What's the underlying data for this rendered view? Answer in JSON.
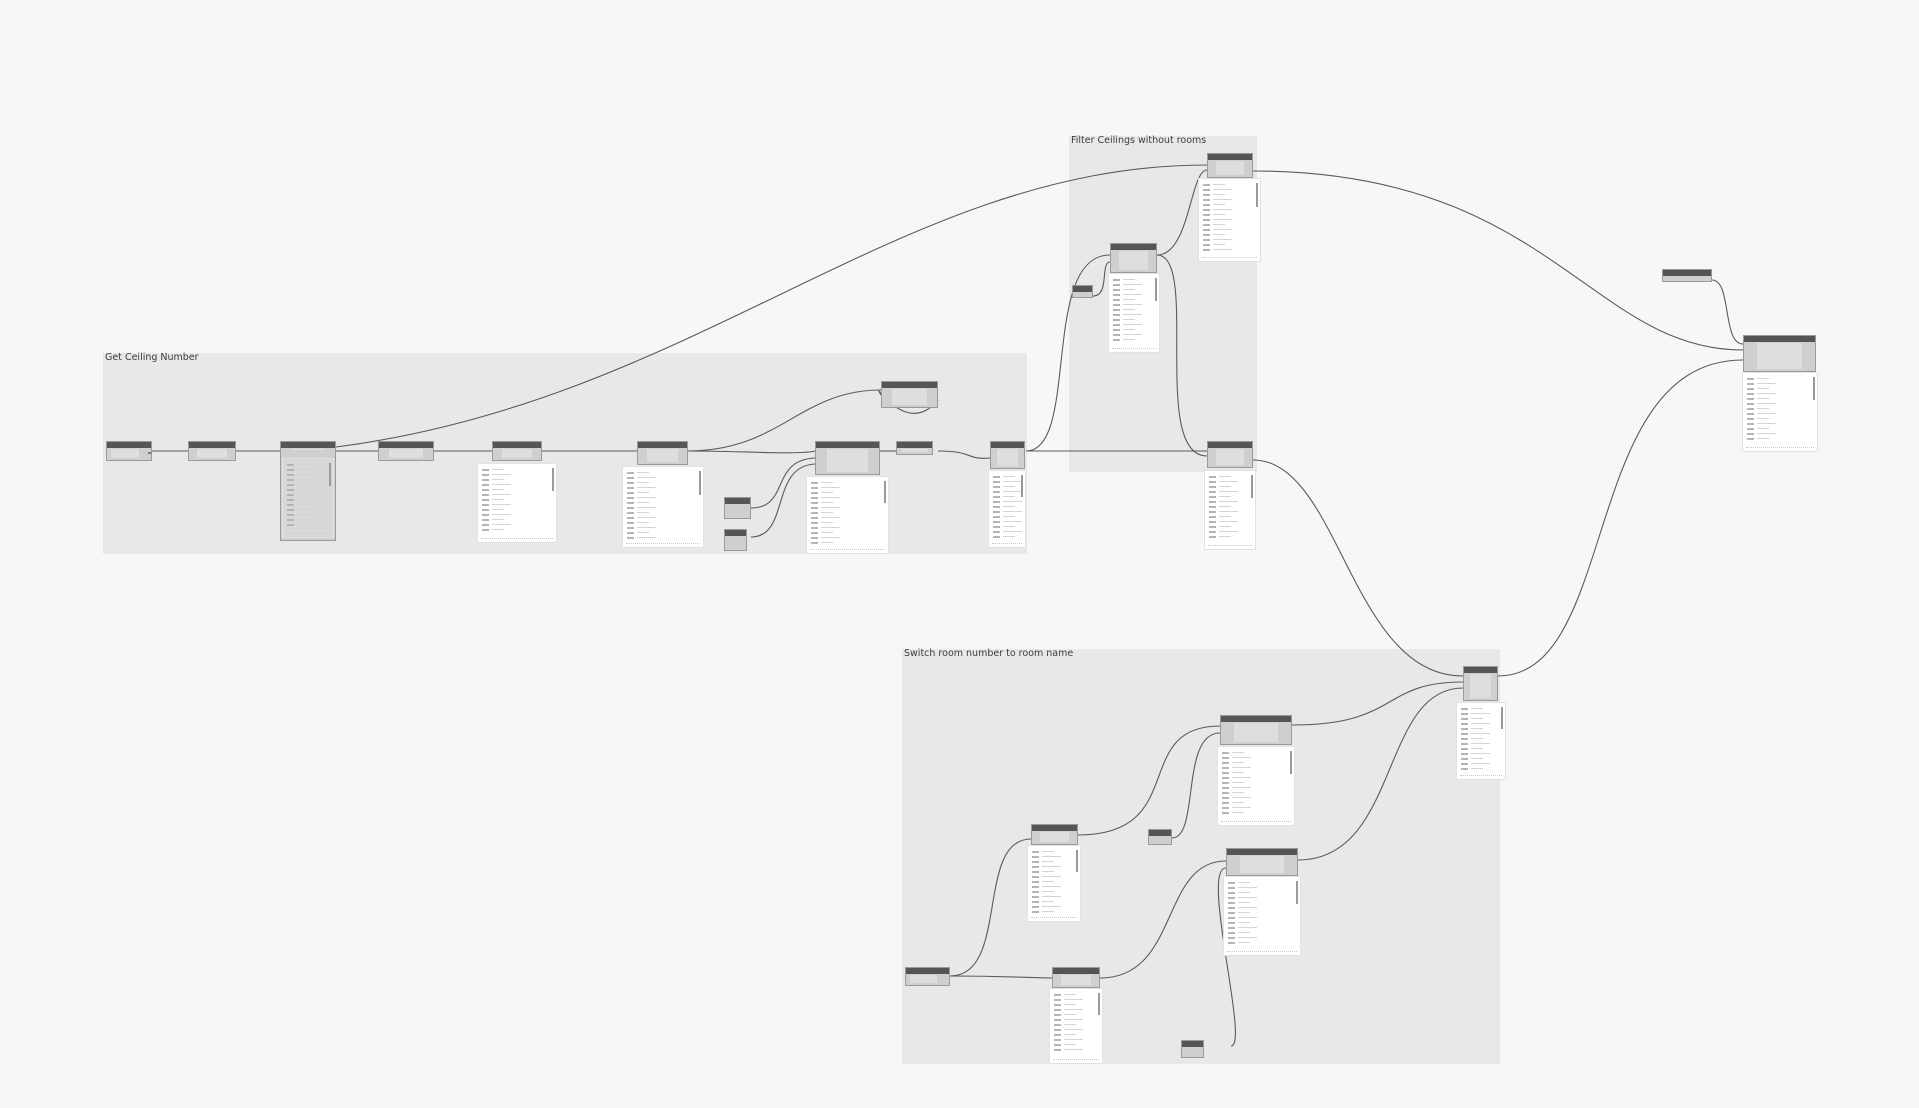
{
  "groups": [
    {
      "id": "get-ceiling-number",
      "title": "Get Ceiling Number"
    },
    {
      "id": "filter-ceilings",
      "title": "Filter Ceilings without rooms"
    },
    {
      "id": "switch-room",
      "title": "Switch room number to room name"
    }
  ],
  "colors": {
    "canvas": "#f7f7f7",
    "group": "#e8e8e8",
    "node_header": "#555555",
    "node_body": "#cfcfcf",
    "wire": "#5a5a5a"
  }
}
